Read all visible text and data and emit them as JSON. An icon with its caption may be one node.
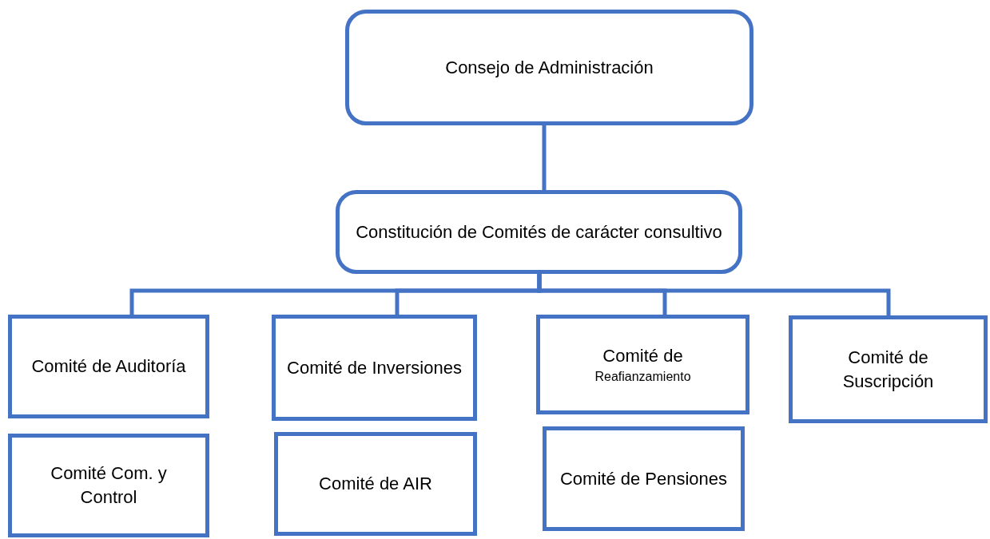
{
  "diagram": {
    "nodes": [
      {
        "text": [
          "Consejo de Administración"
        ]
      },
      {
        "text": [
          "Constitución de Comités de carácter consultivo"
        ]
      },
      {
        "text": [
          "Comité de Auditoría"
        ]
      },
      {
        "text": [
          "Comité de Inversiones"
        ]
      },
      {
        "text": [
          "Comité de",
          "Reafianzamiento"
        ]
      },
      {
        "text": [
          "Comité de Suscripción"
        ]
      },
      {
        "text": [
          "Comité Com. y Control"
        ]
      },
      {
        "text": [
          "Comité de AIR"
        ]
      },
      {
        "text": [
          "Comité de Pensiones"
        ]
      }
    ],
    "edges": [
      {
        "from": 0,
        "to": 1,
        "arrow": "none"
      },
      {
        "from": 1,
        "to": 2,
        "arrow": "none"
      },
      {
        "from": 1,
        "to": 3,
        "arrow": "none"
      },
      {
        "from": 1,
        "to": 4,
        "arrow": "none"
      },
      {
        "from": 1,
        "to": 5,
        "arrow": "none"
      }
    ]
  }
}
